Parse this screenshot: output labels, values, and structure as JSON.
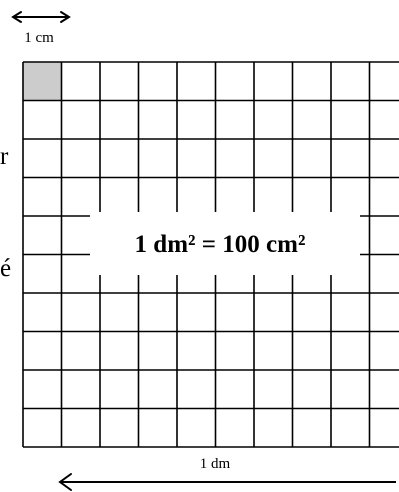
{
  "scale_label_cm": "1 cm",
  "scale_label_dm": "1 dm",
  "formula": "1 dm² = 100 cm²",
  "cut_off_text": [
    "r",
    "é"
  ],
  "grid": {
    "rows": 10,
    "cols": 10,
    "highlighted_cell": {
      "row": 0,
      "col": 0
    },
    "highlight_color": "#cccccc"
  }
}
